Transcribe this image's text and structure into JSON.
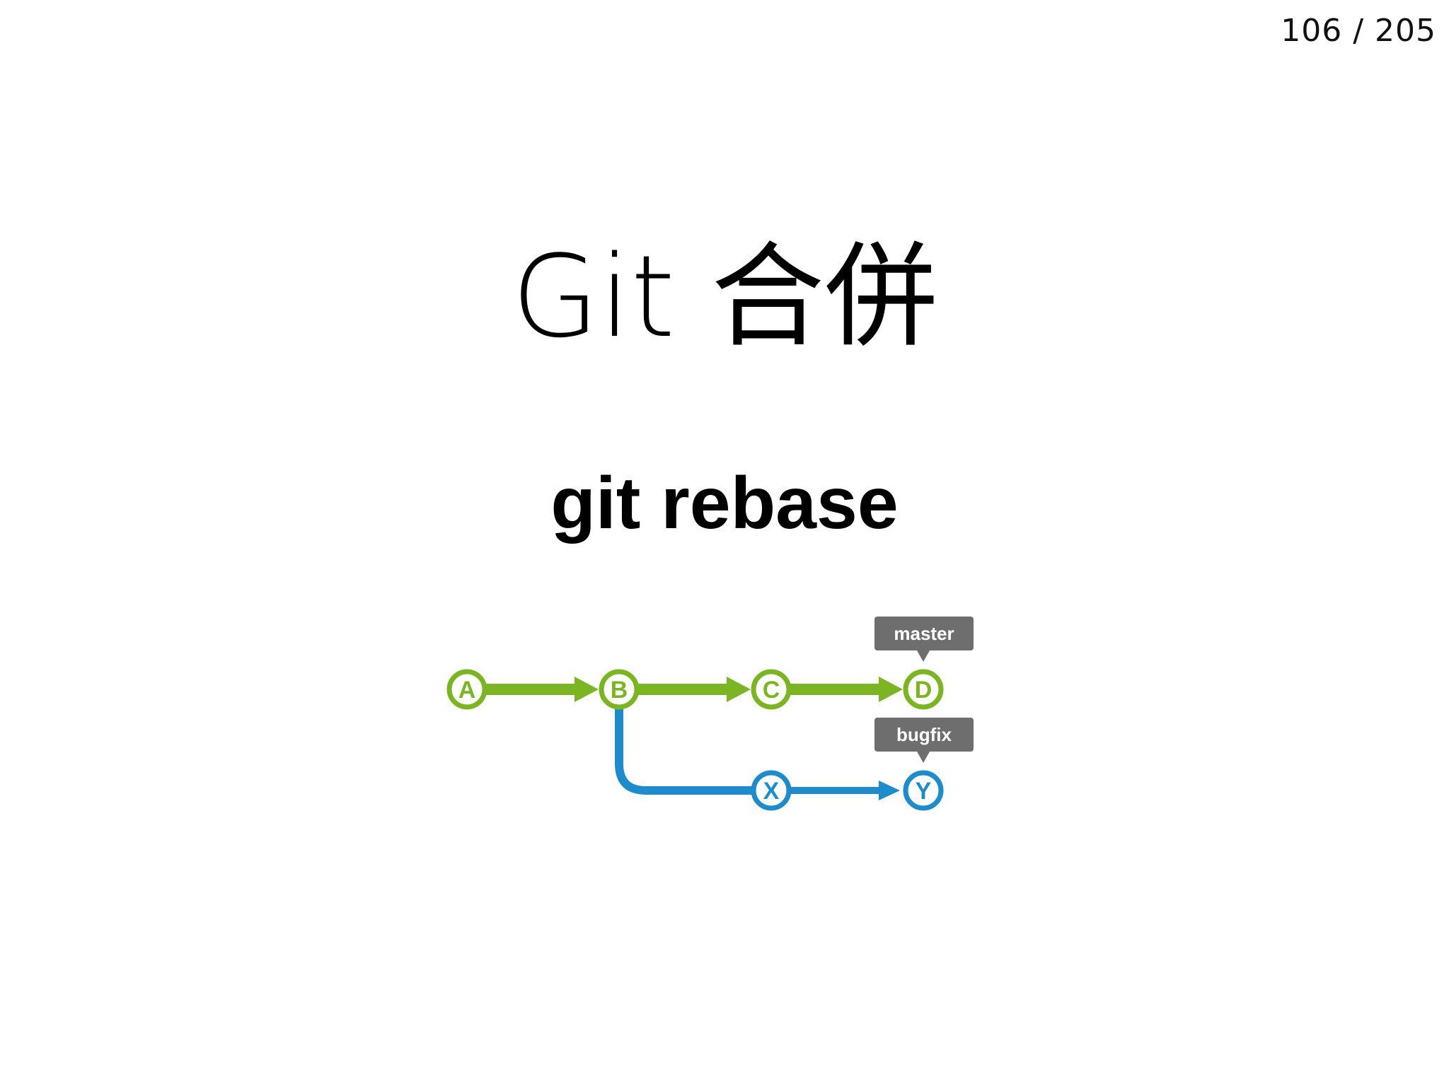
{
  "page_counter": "106 / 205",
  "title": "Git 合併",
  "subtitle": "git rebase",
  "colors": {
    "master_branch": "#7cb524",
    "bugfix_branch": "#1e8ccc",
    "tag_background": "#6e6e6e",
    "tag_text": "#ffffff"
  },
  "diagram": {
    "commits": {
      "a": "A",
      "b": "B",
      "c": "C",
      "d": "D",
      "x": "X",
      "y": "Y"
    },
    "branch_tags": {
      "master": "master",
      "bugfix": "bugfix"
    }
  }
}
